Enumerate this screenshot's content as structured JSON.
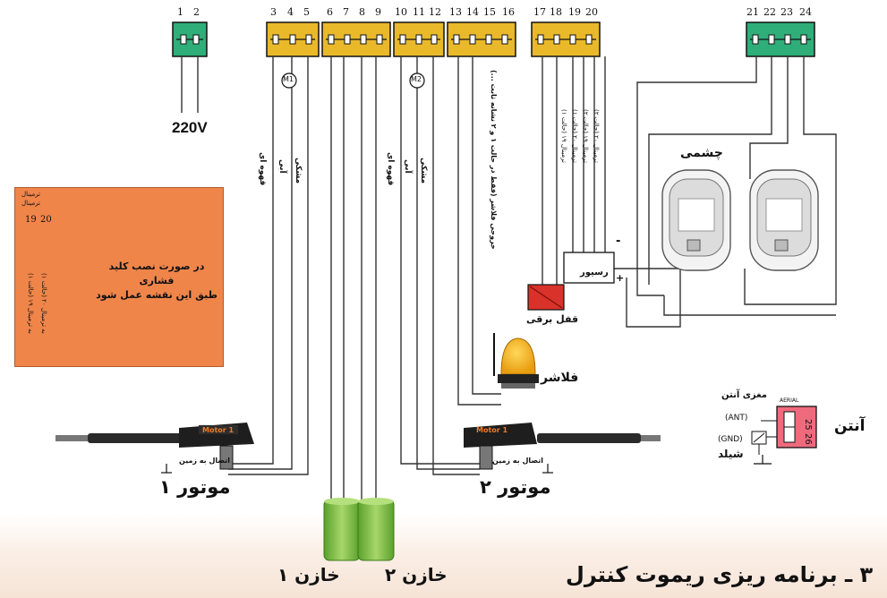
{
  "terminals": {
    "t1": "1",
    "t2": "2",
    "t3": "3",
    "t4": "4",
    "t5": "5",
    "t6": "6",
    "t7": "7",
    "t8": "8",
    "t9": "9",
    "t10": "10",
    "t11": "11",
    "t12": "12",
    "t13": "13",
    "t14": "14",
    "t15": "15",
    "t16": "16",
    "t17": "17",
    "t18": "18",
    "t19": "19",
    "t20": "20",
    "t21": "21",
    "t22": "22",
    "t23": "23",
    "t24": "24"
  },
  "power": {
    "label": "220V"
  },
  "motor1_wires": {
    "brown": "قهوه ای",
    "blue": "آبی",
    "black": "مشکی",
    "m": "M1"
  },
  "motor2_wires": {
    "brown": "قهوه ای",
    "blue": "آبی",
    "black": "مشکی",
    "m": "M2"
  },
  "flasher_note": "خروجی فلاشر (فقط در حالت ۱ و ۲ نشانه ثابت ...)",
  "receiver_notes": [
    "ترمینال ۱۹ (حالت ۱)",
    "ترمینال ۲۰ (حالت ۱)",
    "ترمینال ۱۹ (حالت ۲)",
    "ترمینال ۲۰ (حالت ۲)"
  ],
  "push_button_panel": {
    "text_line1": "در صورت نصب کلید فشاری",
    "text_line2": "طبق این نقشه عمل شود",
    "term_19": "19",
    "term_20": "20",
    "top_note_a": "ترمینال",
    "top_note_b": "ترمینال",
    "side_note_a": "به ترمینال ۱۹ (حالت ۱)",
    "side_note_b": "به ترمینال ۲۰ (حالت ۱)"
  },
  "photocell": {
    "label": "چشمی"
  },
  "receiver": {
    "label": "رسیور",
    "minus": "-",
    "plus": "+"
  },
  "electric_lock": {
    "label": "قفل برقی"
  },
  "flasher": {
    "label": "فلاشر"
  },
  "motor1": {
    "tag": "Motor 1",
    "ground": "اتصال به زمین",
    "label": "موتور ۱"
  },
  "motor2": {
    "tag": "Motor 1",
    "ground": "اتصال به زمین",
    "label": "موتور ۲"
  },
  "capacitors": {
    "label1": "خازن ۱",
    "label2": "خازن ۲"
  },
  "antenna": {
    "title": "آنتن",
    "core_label": "مغزی آنتن",
    "ant": "(ANT)",
    "gnd": "(GND)",
    "shield": "شیلد",
    "aerial": "AERIAL",
    "n25": "25",
    "n26": "26"
  },
  "section_heading": "۳ ـ برنامه ریزی ریموت کنترل",
  "colors": {
    "terminal_yellow": "#e9b92a",
    "terminal_green": "#2fae79",
    "panel_orange": "#f0854a",
    "capacitor_green": "#8bc34a",
    "lock_red": "#d9322a",
    "antenna_pink": "#ef6a7d",
    "flasher_amber": "#f2b01e"
  }
}
